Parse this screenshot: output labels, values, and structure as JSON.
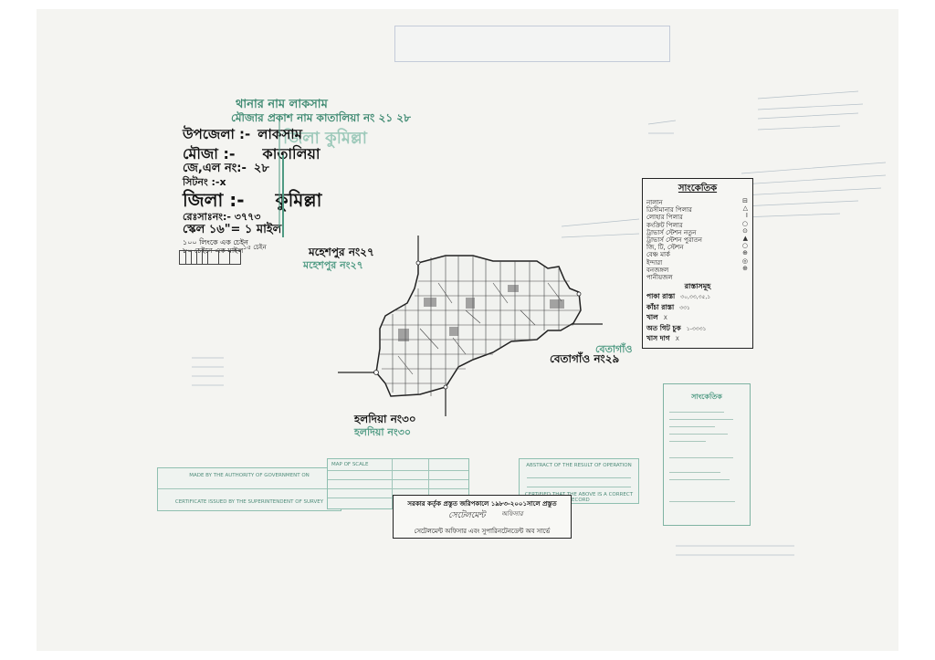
{
  "header": {
    "thana_line": "থানার নাম  লাকসাম",
    "mouza_pub_line": "মৌজার প্রকাশ নাম  কাতালিয়া নং ২১ ২৮",
    "ghost_district": "জিলা কুমিল্লা",
    "upazila_label": "উপজেলা :-",
    "upazila_value": "লাকসাম",
    "mouza_label": "মৌজা :-",
    "mouza_value": "কাতালিয়া",
    "jl_label": "জে,এল নং:-",
    "jl_value": "২৮",
    "sheet_line": "সিটনং :-x",
    "district_label": "জিলা :-",
    "district_value": "কুমিল্লা",
    "rs_line": "রেঃসাঃনং:- ৩৭৭৩",
    "scale_label": "স্কেল ১৬\"= ১ মাইল",
    "chain_line1": "১০০ লিংকে এক চেইন",
    "chain_line2": "৮০ চেইনে এক মাইল",
    "scale_chain_label": "১৫ চেইন"
  },
  "boundaries": {
    "north_black": "মহেশপুর নং২৭",
    "north_green": "মহেশপুর নং২৭",
    "east_black": "বেতাগাঁও নং২৯",
    "east_green": "বেতাগাঁও",
    "south_black": "হলদিয়া নং৩০",
    "south_green": "হলদিয়া নং৩০"
  },
  "legend": {
    "title": "সাংকেতিক",
    "items": [
      {
        "label": "নালান",
        "sym": "⊟"
      },
      {
        "label": "ত্রিসীমানার পিলার",
        "sym": "△"
      },
      {
        "label": "লোহার পিলার",
        "sym": "I"
      },
      {
        "label": "কংক্রিট পিলার",
        "sym": "○"
      },
      {
        "label": "ট্রাভার্স স্টেশন নতুন",
        "sym": "⊙"
      },
      {
        "label": "ট্রাভার্স স্টেশন পুরাতন",
        "sym": "▲"
      },
      {
        "label": "জি, টি, স্টেশন",
        "sym": "○"
      },
      {
        "label": "বেঞ্চ মার্ক",
        "sym": "⊕"
      },
      {
        "label": "ইন্দারা",
        "sym": "◎"
      },
      {
        "label": "বনজঙ্গল",
        "sym": "⊕"
      },
      {
        "label": "পানীয়জল",
        "sym": ""
      }
    ],
    "roads_title": "রাস্তাসমূহ",
    "roads": [
      {
        "label": "পাকা রাস্তা",
        "code": "৩০,৩৩,৩৫,১"
      },
      {
        "label": "কাঁচা রাস্তা",
        "code": "৩৩১"
      },
      {
        "label": "খাল",
        "code": "X"
      },
      {
        "label": "অত গিট চুক",
        "code": "১-৩৩৩১"
      },
      {
        "label": "খাস দাগ",
        "code": "X"
      }
    ]
  },
  "legend_green": {
    "title": "সাংকেতিক"
  },
  "certificate": {
    "line1": "সরকার কর্তৃক প্রস্তুত জরিপকালে ১৯৮৩-২০০১সালে প্রস্তুত",
    "signature": "সেটেলমেন্ট",
    "signature2": "অফিসার",
    "line3": "সেটেলমেন্ট অফিসার এবং সুপারিনটেনডেন্ট অব সার্ভে"
  },
  "tables": {
    "t1_line1": "MADE BY THE AUTHORITY OF GOVERNMENT ON",
    "t1_line2": "CERTIFICATE ISSUED BY THE SUPERINTENDENT OF SURVEY",
    "t2_line1": "MAP OF SCALE",
    "t3_line1": "ABSTRACT OF THE RESULT OF OPERATION",
    "t3_line2": "CERTIFIED THAT THE ABOVE IS A CORRECT RECORD"
  },
  "colors": {
    "ink": "#111111",
    "green": "#2f7a64",
    "paper": "#f4f4f1"
  }
}
